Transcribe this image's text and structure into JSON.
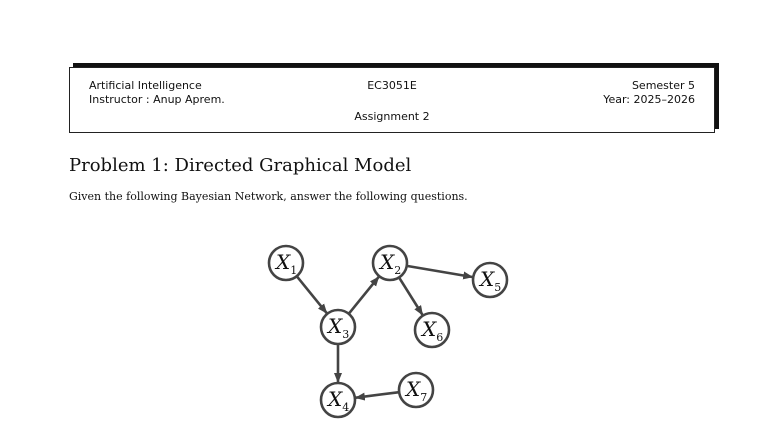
{
  "header": {
    "course": "Artificial Intelligence",
    "instructor": "Instructor : Anup Aprem.",
    "code": "EC3051E",
    "semester": "Semester 5",
    "year": "Year: 2025–2026",
    "assignment": "Assignment 2"
  },
  "problem": {
    "title": "Problem 1: Directed Graphical Model",
    "text": "Given the following Bayesian Network, answer the following questions."
  },
  "graph": {
    "nodes": [
      {
        "id": "X1",
        "letter": "X",
        "sub": "1"
      },
      {
        "id": "X2",
        "letter": "X",
        "sub": "2"
      },
      {
        "id": "X3",
        "letter": "X",
        "sub": "3"
      },
      {
        "id": "X4",
        "letter": "X",
        "sub": "4"
      },
      {
        "id": "X5",
        "letter": "X",
        "sub": "5"
      },
      {
        "id": "X6",
        "letter": "X",
        "sub": "6"
      },
      {
        "id": "X7",
        "letter": "X",
        "sub": "7"
      }
    ],
    "edges": [
      [
        "X1",
        "X3"
      ],
      [
        "X3",
        "X2"
      ],
      [
        "X2",
        "X5"
      ],
      [
        "X2",
        "X6"
      ],
      [
        "X3",
        "X4"
      ],
      [
        "X7",
        "X4"
      ]
    ],
    "colors": {
      "stroke": "#444444",
      "text": "#111111"
    }
  }
}
